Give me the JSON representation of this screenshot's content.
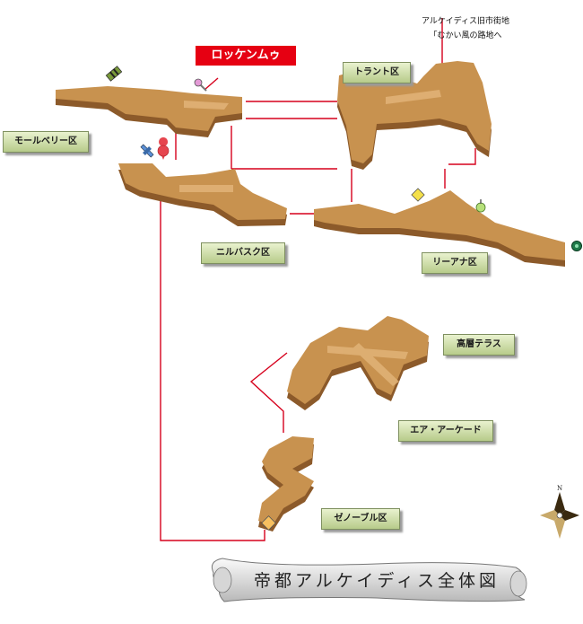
{
  "map_title": "帝都アルケイディス全体図",
  "highlight": {
    "label": "ロッケンムゥ",
    "color": "#e60012"
  },
  "exit_note": {
    "line1": "アルケイディス旧市街地",
    "line2": "「むかい風の路地へ"
  },
  "districts": [
    {
      "id": "trant",
      "label": "トラント区"
    },
    {
      "id": "molberry",
      "label": "モールベリー区"
    },
    {
      "id": "nilbasse",
      "label": "ニルバスク区"
    },
    {
      "id": "rienna",
      "label": "リーアナ区"
    },
    {
      "id": "terrace",
      "label": "高層テラス"
    },
    {
      "id": "arcade",
      "label": "エア・アーケード"
    },
    {
      "id": "zenoble",
      "label": "ゼノーブル区"
    }
  ],
  "compass": {
    "north": "N"
  },
  "icons": [
    "save-crystal-icon",
    "moogle-icon",
    "marker-icon",
    "shop-icon",
    "treasure-icon",
    "gate-icon",
    "teleport-icon"
  ],
  "colors": {
    "building": "#c8924f",
    "building_shade": "#8c5a2a",
    "route": "#d6001c",
    "label_bg": "#d5e3ad"
  }
}
